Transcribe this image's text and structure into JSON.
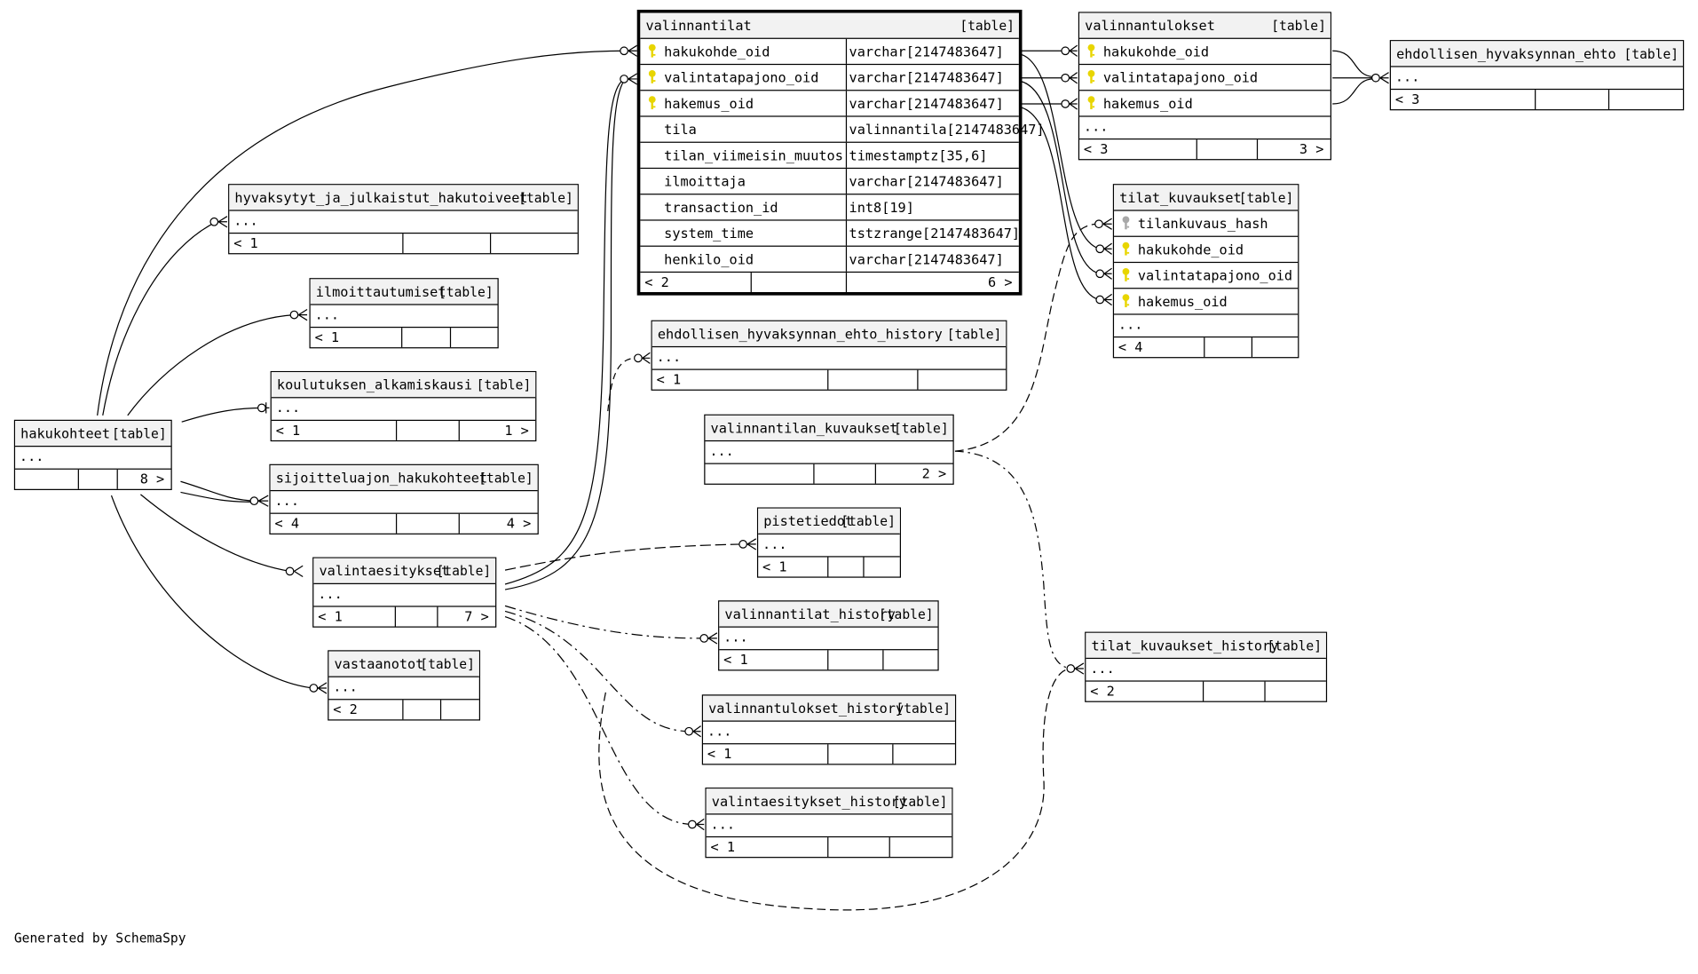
{
  "footer": "Generated by SchemaSpy",
  "key_colors": {
    "primary": "#e8d500",
    "secondary": "#a8a8a8"
  },
  "tables": {
    "valinnantilat": {
      "name": "valinnantilat",
      "type": "[table]",
      "columns": [
        {
          "name": "hakukohde_oid",
          "type": "varchar[2147483647]",
          "key": "primary"
        },
        {
          "name": "valintatapajono_oid",
          "type": "varchar[2147483647]",
          "key": "primary"
        },
        {
          "name": "hakemus_oid",
          "type": "varchar[2147483647]",
          "key": "primary"
        },
        {
          "name": "tila",
          "type": "valinnantila[2147483647]",
          "key": ""
        },
        {
          "name": "tilan_viimeisin_muutos",
          "type": "timestamptz[35,6]",
          "key": ""
        },
        {
          "name": "ilmoittaja",
          "type": "varchar[2147483647]",
          "key": ""
        },
        {
          "name": "transaction_id",
          "type": "int8[19]",
          "key": ""
        },
        {
          "name": "system_time",
          "type": "tstzrange[2147483647]",
          "key": ""
        },
        {
          "name": "henkilo_oid",
          "type": "varchar[2147483647]",
          "key": ""
        }
      ],
      "footer_left": "< 2",
      "footer_right": "6 >"
    },
    "valinnantulokset": {
      "name": "valinnantulokset",
      "type": "[table]",
      "columns": [
        {
          "name": "hakukohde_oid",
          "key": "primary"
        },
        {
          "name": "valintatapajono_oid",
          "key": "primary"
        },
        {
          "name": "hakemus_oid",
          "key": "primary"
        }
      ],
      "ellipsis": "...",
      "footer_left": "< 3",
      "footer_right": "3 >"
    },
    "ehdollisen_hyvaksynnan_ehto": {
      "name": "ehdollisen_hyvaksynnan_ehto",
      "type": "[table]",
      "ellipsis": "...",
      "footer_left": "< 3",
      "footer_right": ""
    },
    "tilat_kuvaukset": {
      "name": "tilat_kuvaukset",
      "type": "[table]",
      "columns": [
        {
          "name": "tilankuvaus_hash",
          "key": "secondary"
        },
        {
          "name": "hakukohde_oid",
          "key": "primary"
        },
        {
          "name": "valintatapajono_oid",
          "key": "primary"
        },
        {
          "name": "hakemus_oid",
          "key": "primary"
        }
      ],
      "ellipsis": "...",
      "footer_left": "< 4",
      "footer_right": ""
    },
    "hyvaksytyt_ja_julkaistut_hakutoiveet": {
      "name": "hyvaksytyt_ja_julkaistut_hakutoiveet",
      "type": "[table]",
      "ellipsis": "...",
      "footer_left": "< 1",
      "footer_right": ""
    },
    "ilmoittautumiset": {
      "name": "ilmoittautumiset",
      "type": "[table]",
      "ellipsis": "...",
      "footer_left": "< 1",
      "footer_right": ""
    },
    "koulutuksen_alkamiskausi": {
      "name": "koulutuksen_alkamiskausi",
      "type": "[table]",
      "ellipsis": "...",
      "footer_left": "< 1",
      "footer_right": "1 >"
    },
    "hakukohteet": {
      "name": "hakukohteet",
      "type": "[table]",
      "ellipsis": "...",
      "footer_left": "",
      "footer_right": "8 >"
    },
    "sijoitteluajon_hakukohteet": {
      "name": "sijoitteluajon_hakukohteet",
      "type": "[table]",
      "ellipsis": "...",
      "footer_left": "< 4",
      "footer_right": "4 >"
    },
    "valintaesitykset": {
      "name": "valintaesitykset",
      "type": "[table]",
      "ellipsis": "...",
      "footer_left": "< 1",
      "footer_right": "7 >"
    },
    "vastaanotot": {
      "name": "vastaanotot",
      "type": "[table]",
      "ellipsis": "...",
      "footer_left": "< 2",
      "footer_right": ""
    },
    "ehdollisen_hyvaksynnan_ehto_history": {
      "name": "ehdollisen_hyvaksynnan_ehto_history",
      "type": "[table]",
      "ellipsis": "...",
      "footer_left": "< 1",
      "footer_right": ""
    },
    "valinnantilan_kuvaukset": {
      "name": "valinnantilan_kuvaukset",
      "type": "[table]",
      "ellipsis": "...",
      "footer_left": "",
      "footer_right": "2 >"
    },
    "pistetiedot": {
      "name": "pistetiedot",
      "type": "[table]",
      "ellipsis": "...",
      "footer_left": "< 1",
      "footer_right": ""
    },
    "valinnantilat_history": {
      "name": "valinnantilat_history",
      "type": "[table]",
      "ellipsis": "...",
      "footer_left": "< 1",
      "footer_right": ""
    },
    "valinnantulokset_history": {
      "name": "valinnantulokset_history",
      "type": "[table]",
      "ellipsis": "...",
      "footer_left": "< 1",
      "footer_right": ""
    },
    "valintaesitykset_history": {
      "name": "valintaesitykset_history",
      "type": "[table]",
      "ellipsis": "...",
      "footer_left": "< 1",
      "footer_right": ""
    },
    "tilat_kuvaukset_history": {
      "name": "tilat_kuvaukset_history",
      "type": "[table]",
      "ellipsis": "...",
      "footer_left": "< 2",
      "footer_right": ""
    }
  }
}
